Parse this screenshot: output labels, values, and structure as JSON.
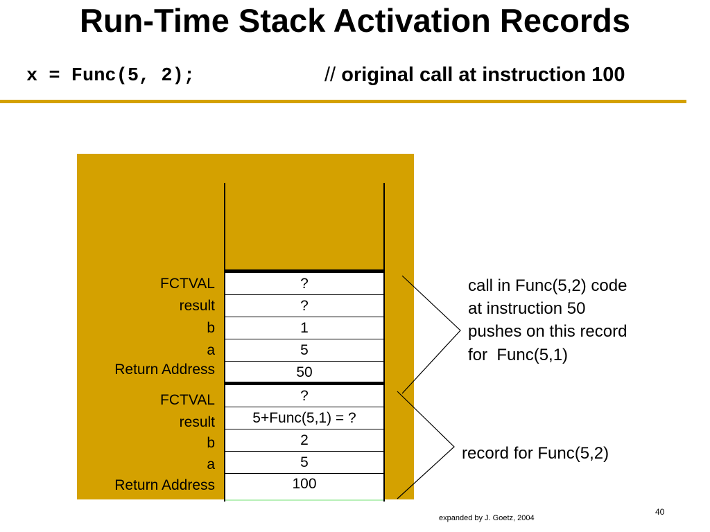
{
  "slide": {
    "title": "Run-Time Stack Activation Records",
    "call_code": "x = Func(5, 2);",
    "call_comment_slashes": "//",
    "call_comment_text": "original call at instruction 100",
    "footer": "expanded by J. Goetz, 2004",
    "page_number": "40",
    "accent_color": "#d4a100"
  },
  "records": [
    {
      "rows": [
        {
          "label": "FCTVAL",
          "value": "?"
        },
        {
          "label": "result",
          "value": "?"
        },
        {
          "label": "b",
          "value": "1"
        },
        {
          "label": "a",
          "value": "5"
        },
        {
          "label": "Return Address",
          "value": "50"
        }
      ],
      "note_lines": [
        "call in Func(5,2) code",
        "at instruction 50",
        "pushes on this record",
        "for  Func(5,1)"
      ]
    },
    {
      "rows": [
        {
          "label": "FCTVAL",
          "value": "?"
        },
        {
          "label": "result",
          "value": "5+Func(5,1) = ?"
        },
        {
          "label": "b",
          "value": "2"
        },
        {
          "label": "a",
          "value": "5"
        },
        {
          "label": "Return Address",
          "value": "100"
        }
      ],
      "note_lines": [
        "record for Func(5,2)"
      ]
    }
  ]
}
